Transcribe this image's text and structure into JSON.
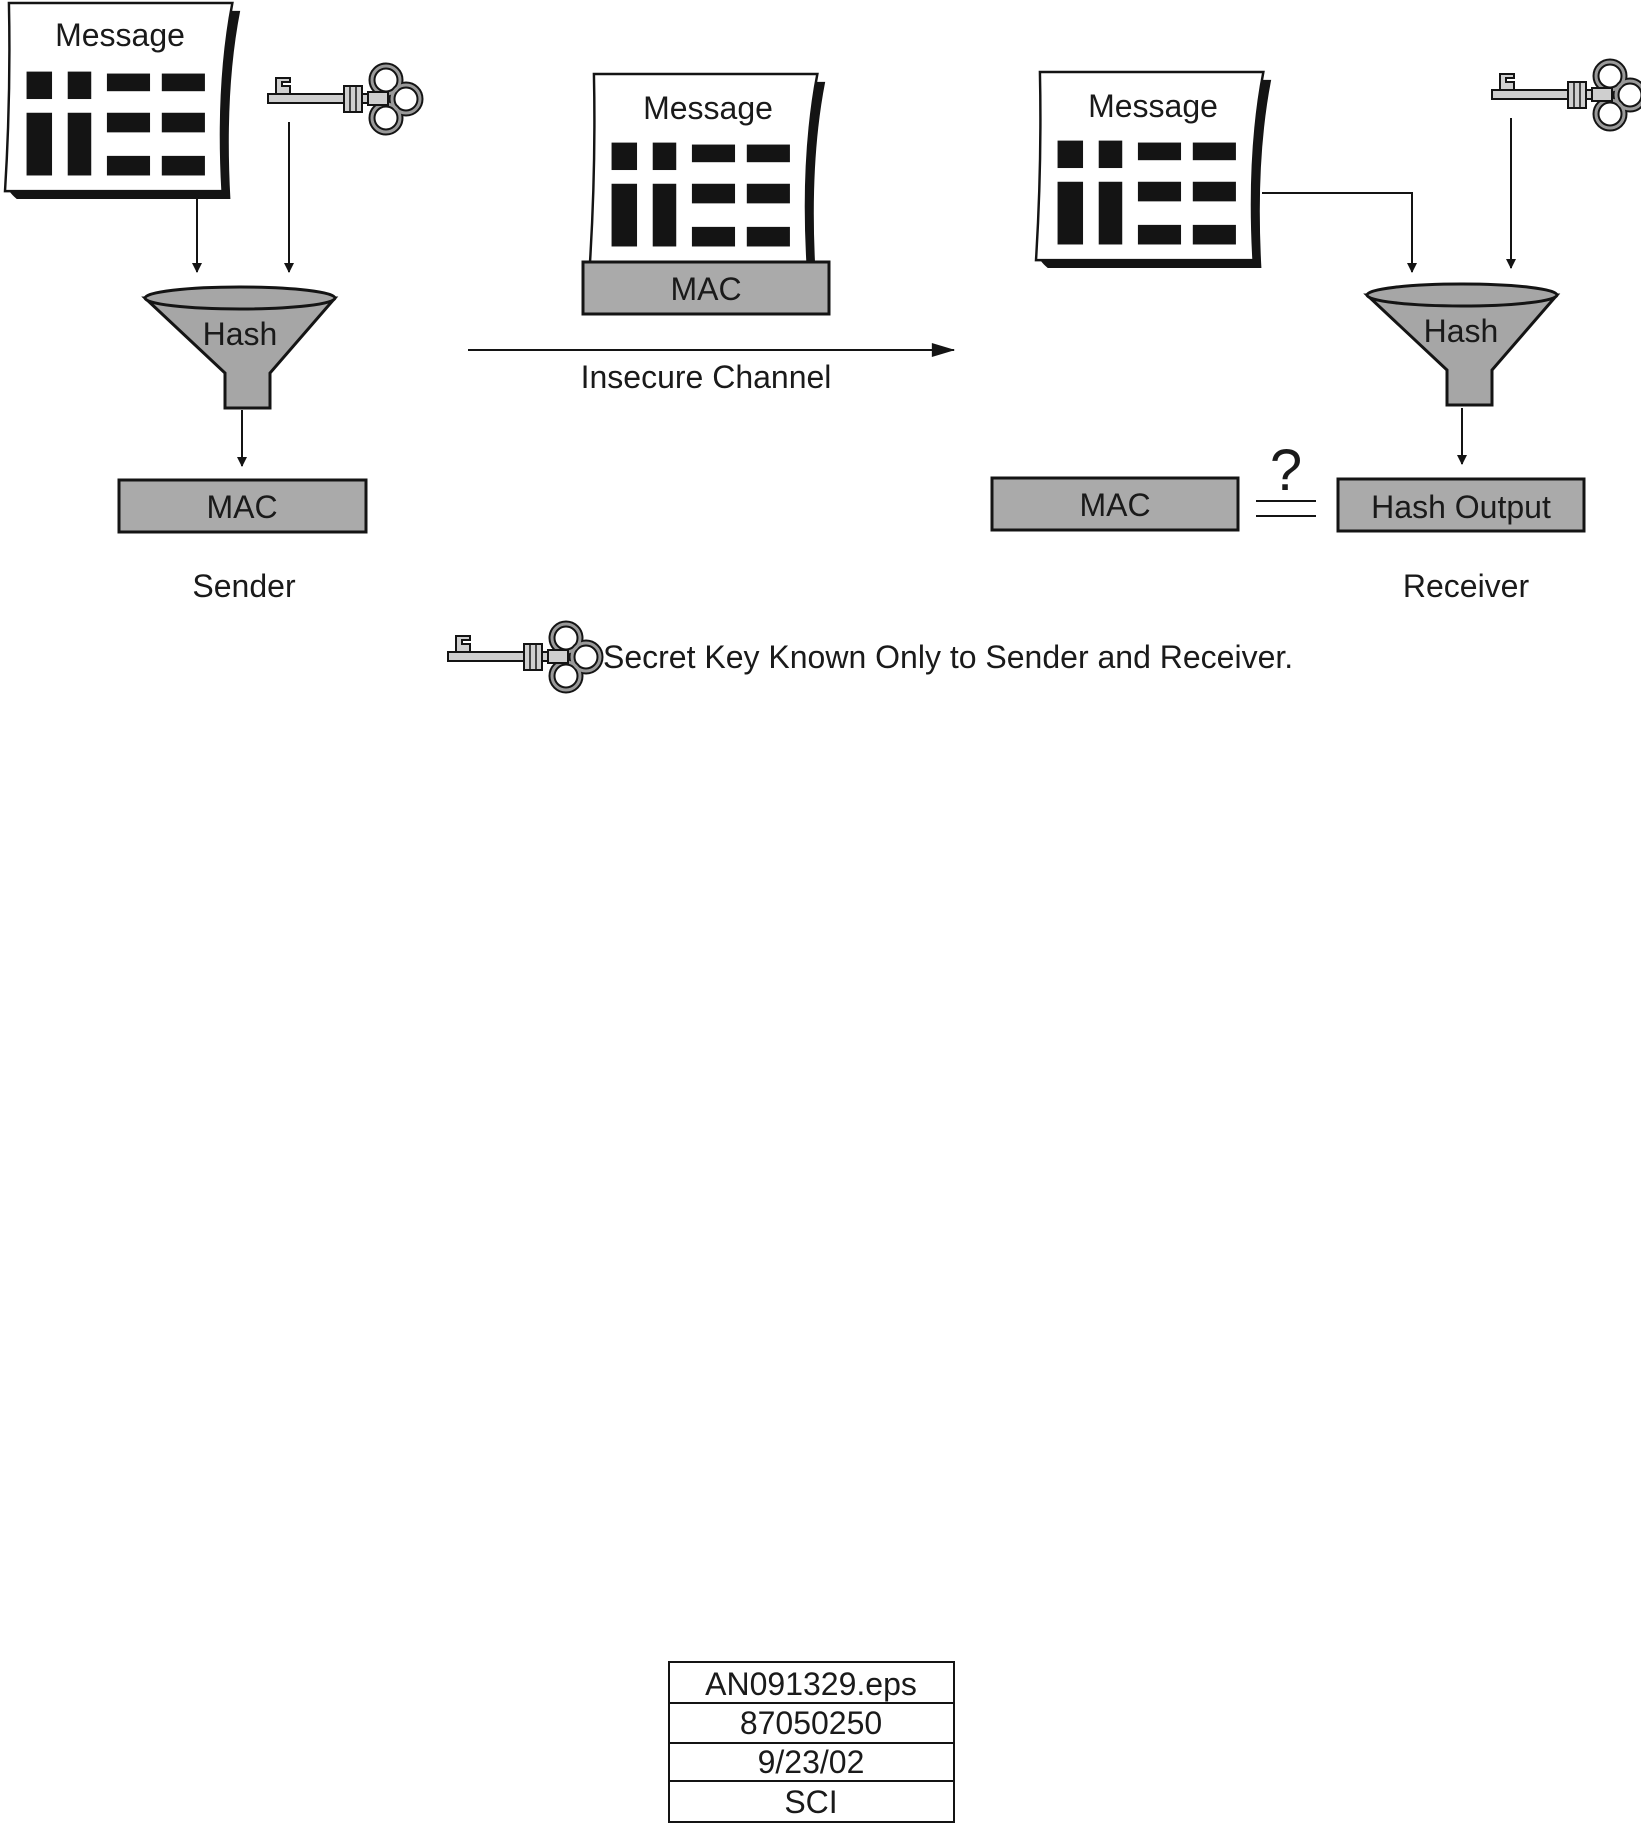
{
  "sender": {
    "message_label": "Message",
    "hash_label": "Hash",
    "mac_label": "MAC",
    "role_label": "Sender"
  },
  "channel": {
    "message_label": "Message",
    "mac_label": "MAC",
    "channel_label": "Insecure Channel"
  },
  "receiver": {
    "message_label": "Message",
    "hash_label": "Hash",
    "mac_label": "MAC",
    "question_mark": "?",
    "hash_output_label": "Hash Output",
    "role_label": "Receiver"
  },
  "legend": {
    "icon": "key-icon",
    "text": "Secret Key Known Only to Sender and Receiver."
  },
  "file_stamp": {
    "rows": [
      "AN091329.eps",
      "87050250",
      "9/23/02",
      "SCI"
    ]
  },
  "colors": {
    "box_fill": "#aaaaaa",
    "funnel_fill": "#a6a6a6",
    "ink": "#141414",
    "key_fill": "#cfcfcf"
  }
}
